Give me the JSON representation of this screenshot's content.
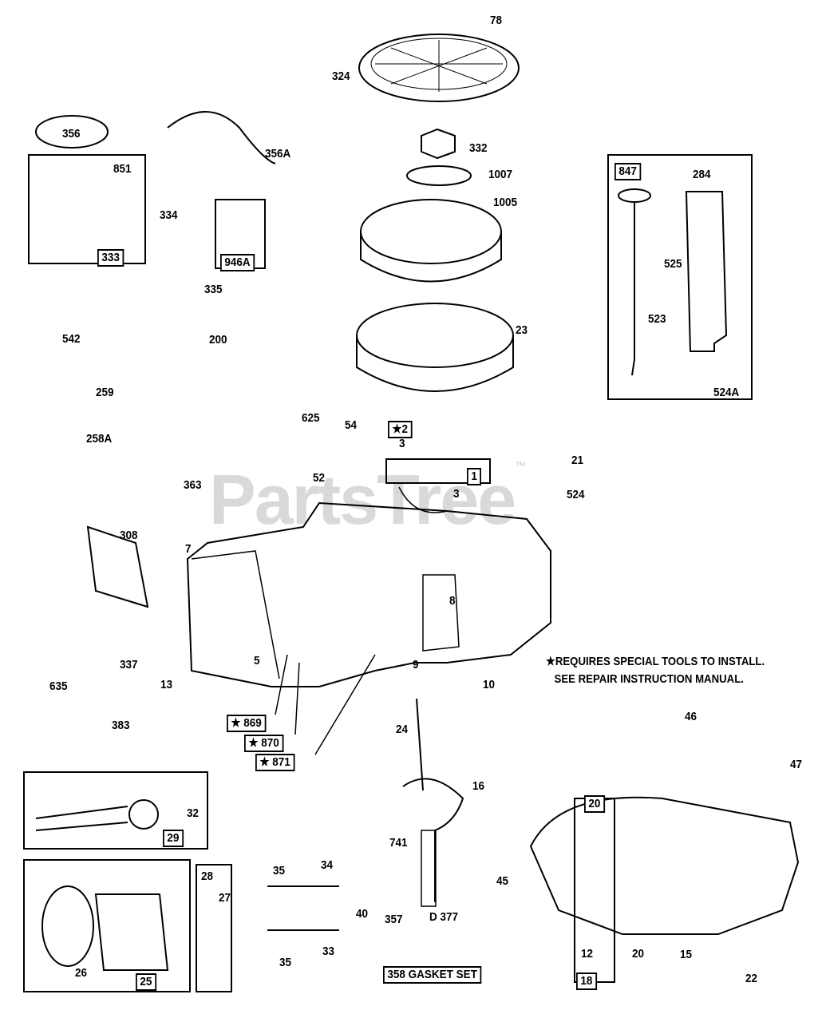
{
  "watermark": {
    "text": "PartsTree",
    "tm": "™"
  },
  "note": {
    "line1": "★REQUIRES SPECIAL TOOLS TO INSTALL.",
    "line2": "SEE REPAIR INSTRUCTION MANUAL."
  },
  "labels": [
    "78",
    "324",
    "356",
    "356A",
    "851",
    "334",
    "333",
    "946A",
    "332",
    "1007",
    "1005",
    "847",
    "284",
    "525",
    "523",
    "524A",
    "23",
    "335",
    "200",
    "542",
    "259",
    "258A",
    "363",
    "625",
    "54",
    "★2",
    "3",
    "52",
    "1",
    "3",
    "21",
    "524",
    "308",
    "7",
    "8",
    "5",
    "9",
    "10",
    "13",
    "337",
    "635",
    "383",
    "★ 869",
    "★ 870",
    "★ 871",
    "24",
    "16",
    "741",
    "45",
    "357",
    "D 377",
    "358  GASKET SET",
    "46",
    "47",
    "20",
    "12",
    "20",
    "18",
    "15",
    "22",
    "29",
    "32",
    "26",
    "25",
    "28",
    "27",
    "35",
    "34",
    "40",
    "33",
    "35"
  ]
}
